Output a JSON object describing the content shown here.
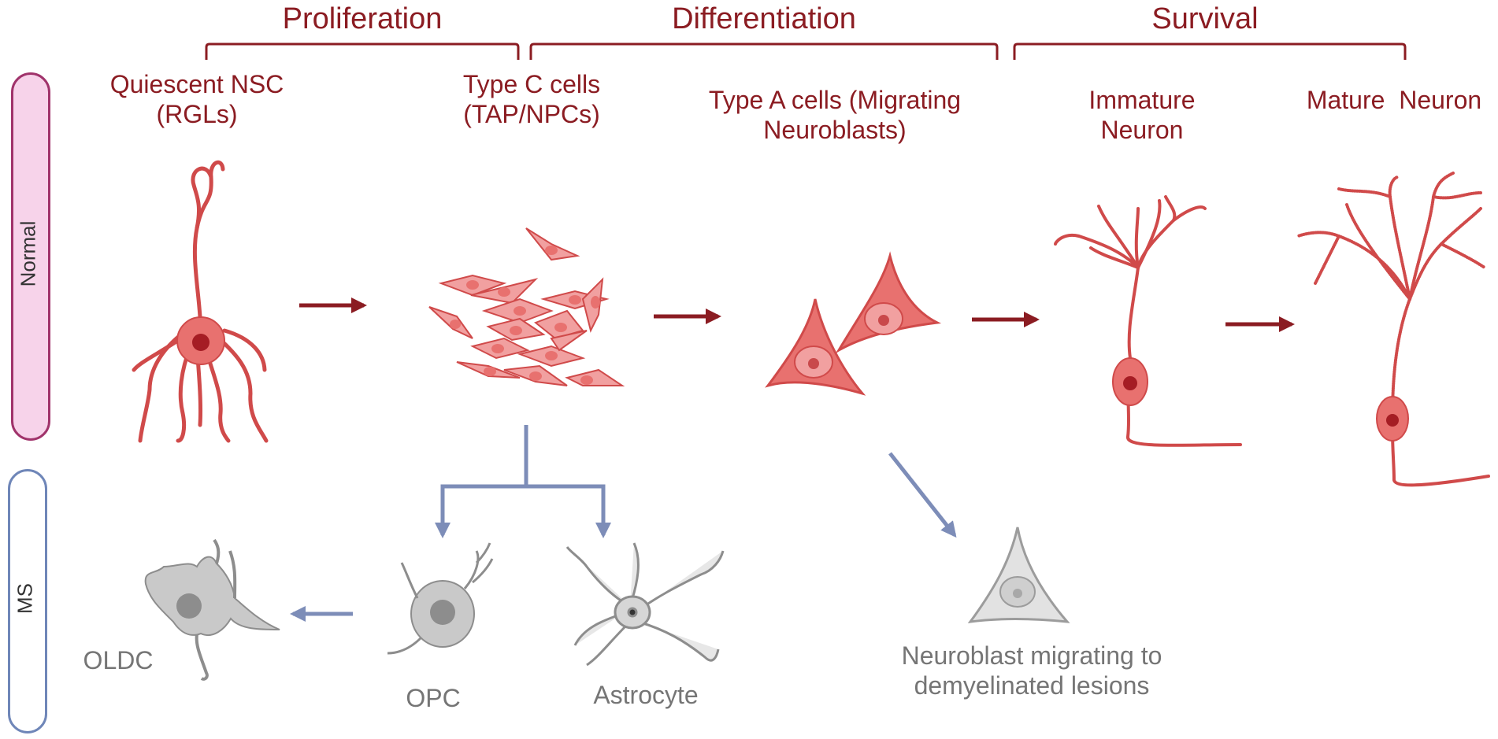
{
  "phases": {
    "proliferation": "Proliferation",
    "differentiation": "Differentiation",
    "survival": "Survival"
  },
  "rows": {
    "normal": "Normal",
    "ms": "MS"
  },
  "stages": {
    "quiescent_line1": "Quiescent NSC",
    "quiescent_line2": "(RGLs)",
    "typec_line1": "Type C cells",
    "typec_line2": "(TAP/NPCs)",
    "typea_line1": "Type A cells (Migrating",
    "typea_line2": "Neuroblasts)",
    "immature_line1": "Immature",
    "immature_line2": "Neuron",
    "mature": "Mature  Neuron"
  },
  "ms_cells": {
    "oldc": "OLDC",
    "opc": "OPC",
    "astrocyte": "Astrocyte",
    "neuroblast_line1": "Neuroblast migrating to",
    "neuroblast_line2": "demyelinated lesions"
  },
  "colors": {
    "dark_red": "#8b1c22",
    "cell_red": "#e8716f",
    "cell_stroke": "#d04a4a",
    "normal_bg": "#f7d3ea",
    "normal_border": "#a0336b",
    "ms_border": "#6f86b8",
    "ms_arrow": "#7d8db8",
    "grey_cell": "#bdbdbd",
    "grey_stroke": "#8d8d8d"
  }
}
